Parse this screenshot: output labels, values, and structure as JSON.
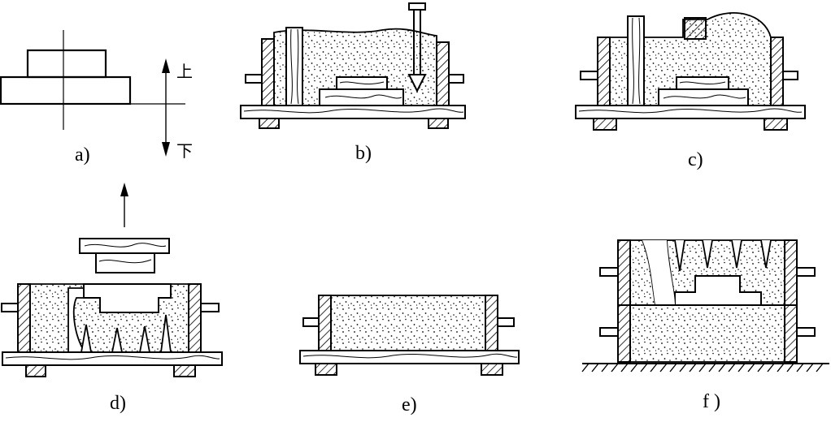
{
  "panels": {
    "a": {
      "label": "a)",
      "up_text": "上",
      "down_text": "下"
    },
    "b": {
      "label": "b)"
    },
    "c": {
      "label": "c)"
    },
    "d": {
      "label": "d)"
    },
    "e": {
      "label": "e)"
    },
    "f": {
      "label": "f )"
    }
  },
  "colors": {
    "ink": "#000000",
    "background": "#ffffff"
  }
}
